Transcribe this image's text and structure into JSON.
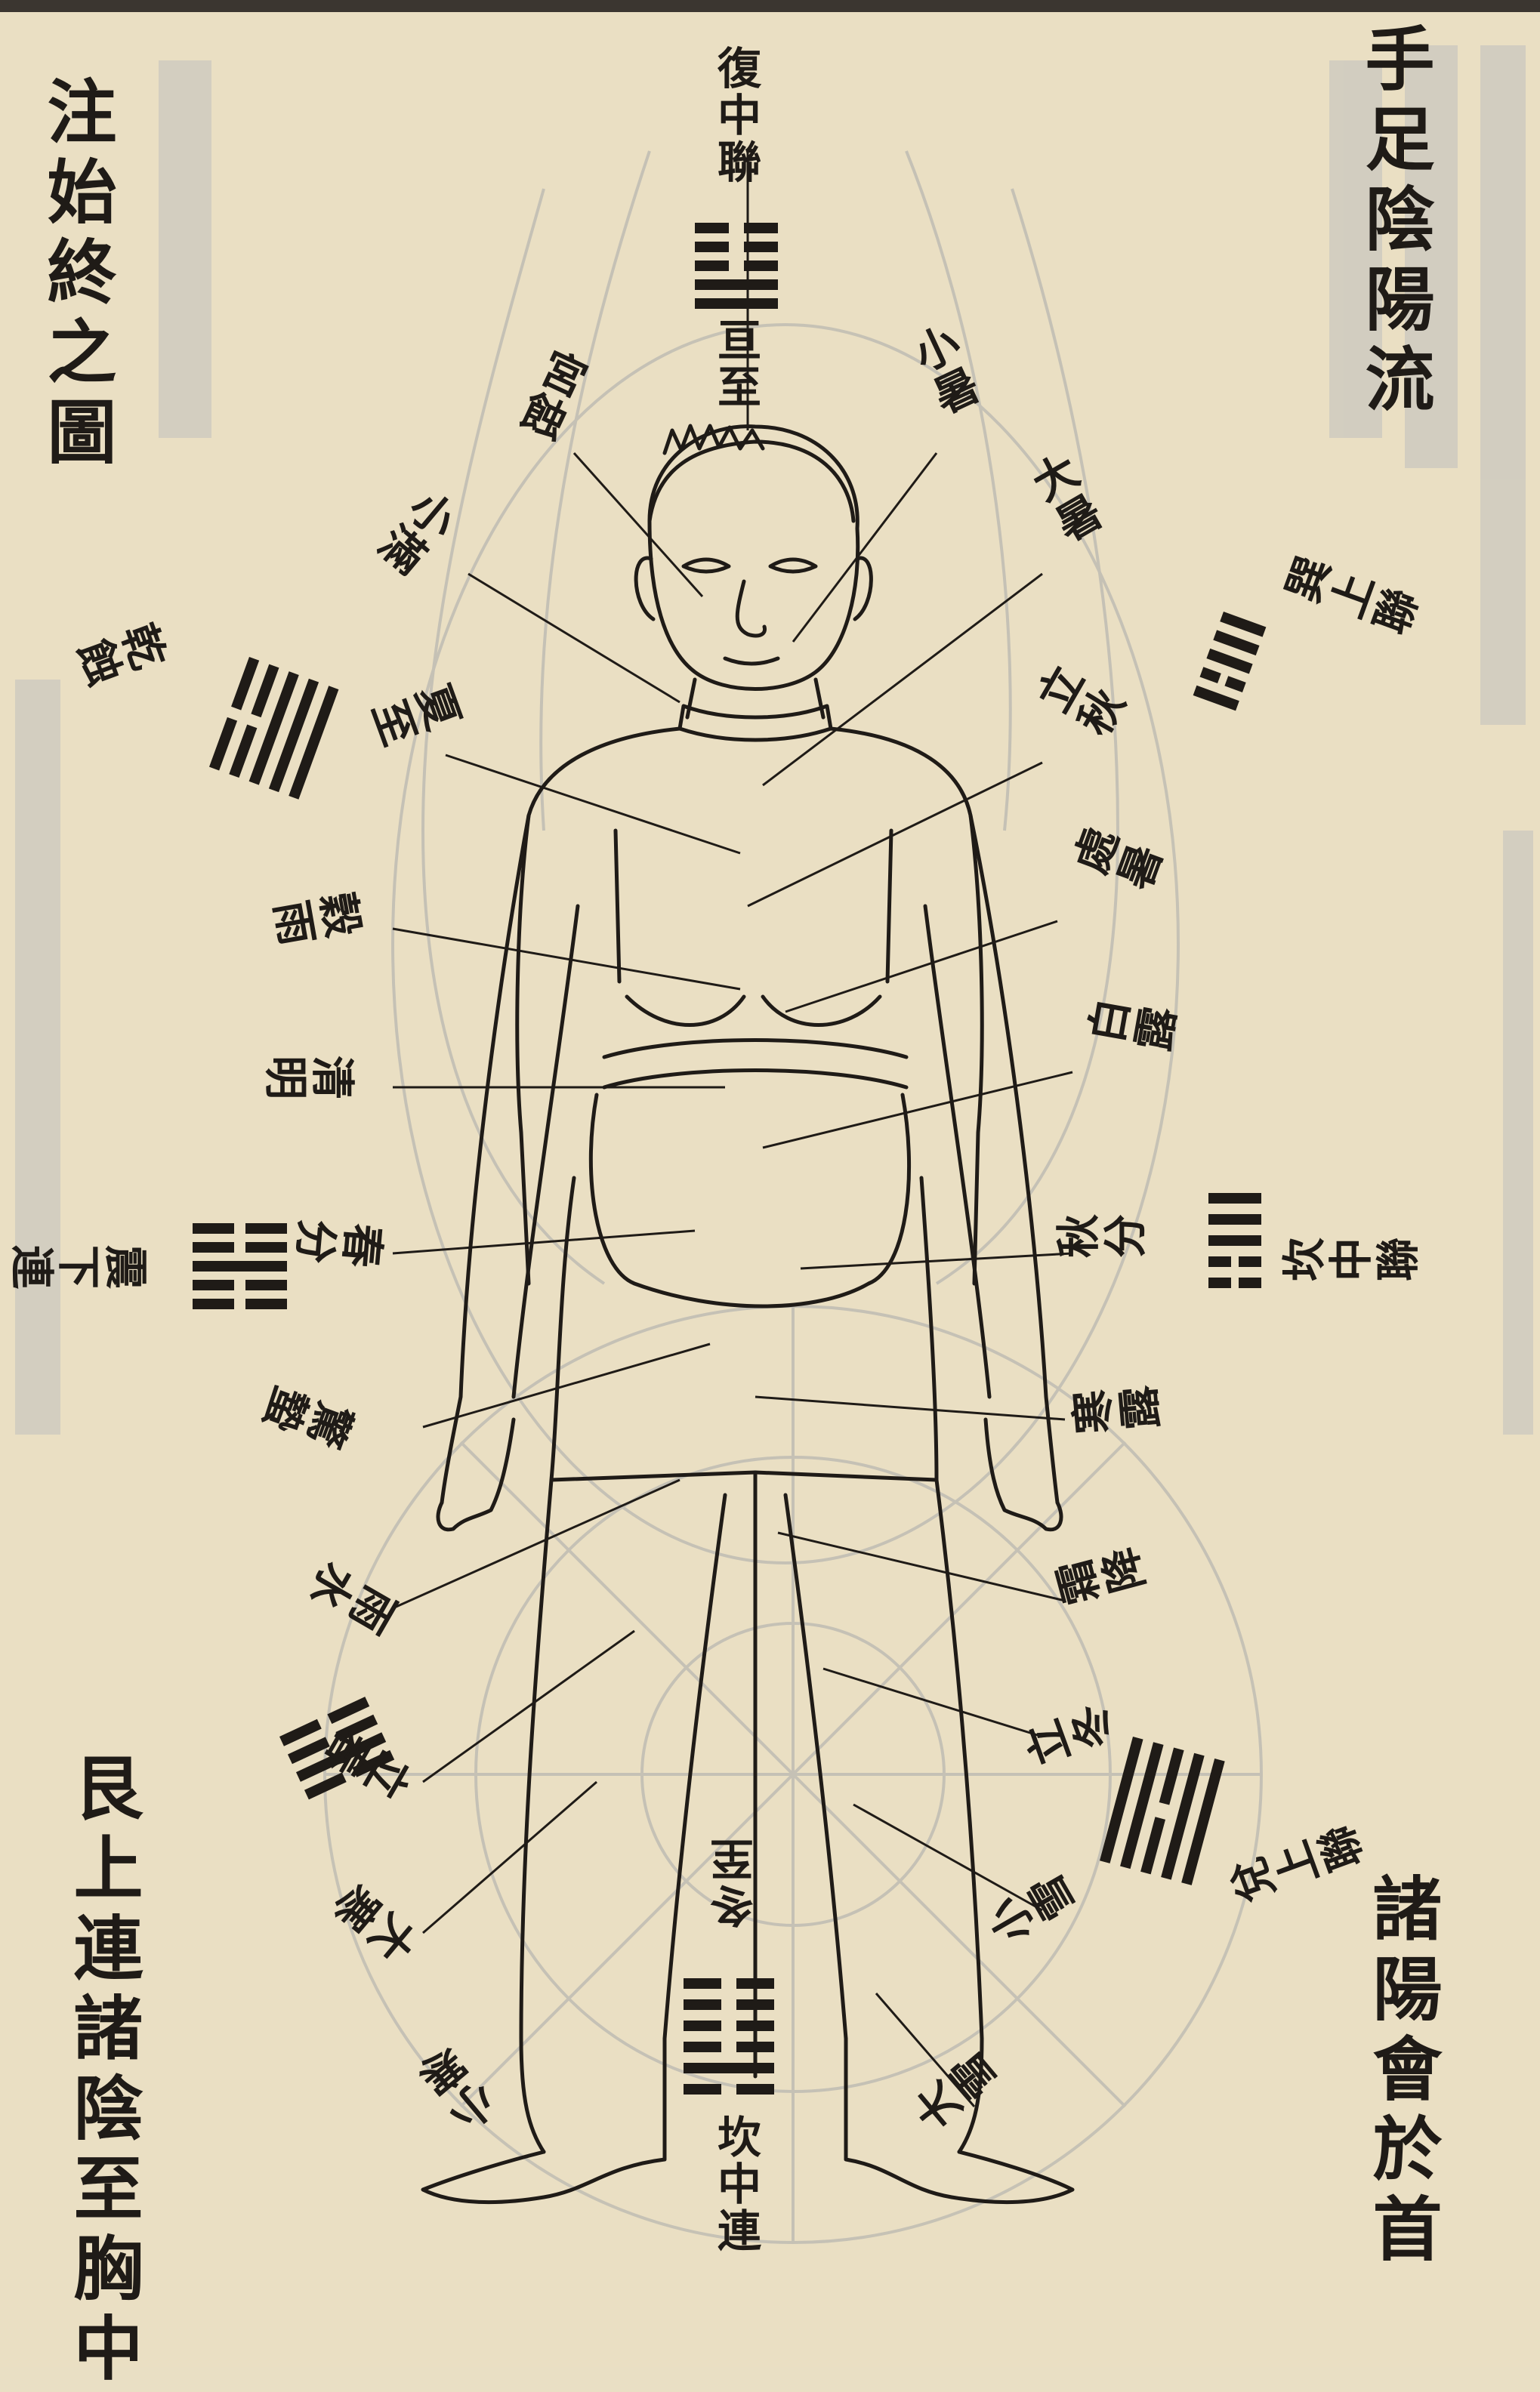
{
  "title_left": "注始終之圖",
  "title_right": "手足陰陽流",
  "caption_right": "諸陽會於首",
  "caption_left": "艮上連諸陰至胸中",
  "labels": {
    "top_hexagram": "復中聯",
    "top_month": "亘至",
    "left_1": "宮蝕",
    "left_2": "小滿",
    "left_3": "乾蝕",
    "left_4": "夏至",
    "left_5": "穀雨",
    "left_6": "清明",
    "left_7": "震下連",
    "left_8": "春分",
    "left_9": "驚蟄",
    "left_10": "雨水",
    "left_11": "立春",
    "left_12": "大寒",
    "left_13": "小寒",
    "right_1": "小暑",
    "right_2": "大暑",
    "right_3": "巽上聯",
    "right_4": "立秋",
    "right_5": "處暑",
    "right_6": "白露",
    "right_7": "坎中聯",
    "right_8": "秋分",
    "right_9": "寒露",
    "right_10": "霜降",
    "right_11": "立冬",
    "right_12": "兌上聯",
    "right_13": "小雪",
    "right_14": "大雪",
    "bottom_1": "冬至",
    "bottom_2": "坎中連"
  },
  "colors": {
    "paper": "#eadfc3",
    "ink": "#1f1b17",
    "ghost_ink": "#b8b6b0"
  }
}
